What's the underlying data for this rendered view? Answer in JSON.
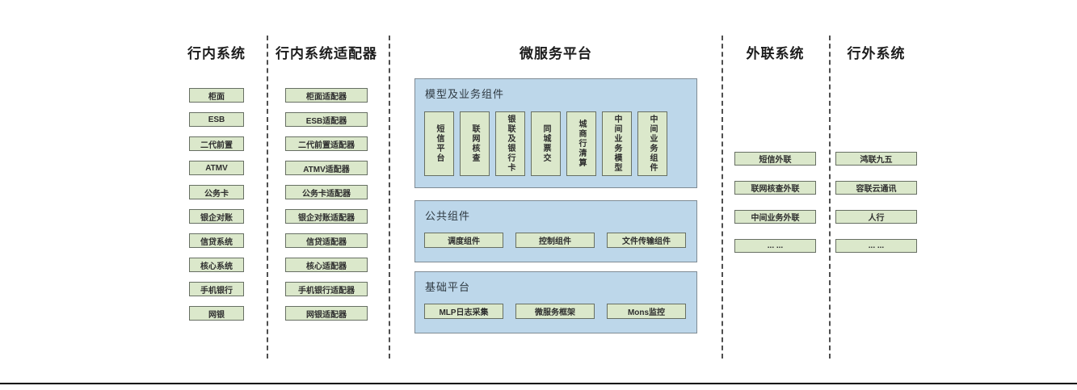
{
  "diagram": {
    "columns": {
      "internal": {
        "header": "行内系统",
        "items": [
          "柜面",
          "ESB",
          "二代前置",
          "ATMV",
          "公务卡",
          "银企对账",
          "信贷系统",
          "核心系统",
          "手机银行",
          "网银"
        ]
      },
      "adapters": {
        "header": "行内系统适配器",
        "items": [
          "柜面适配器",
          "ESB适配器",
          "二代前置适配器",
          "ATMV适配器",
          "公务卡适配器",
          "银企对账适配器",
          "信贷适配器",
          "核心适配器",
          "手机银行适配器",
          "网银适配器"
        ]
      },
      "platform": {
        "header": "微服务平台",
        "model_section": {
          "title": "模型及业务组件",
          "items": [
            "短信平台",
            "联网核查",
            "银联及银行卡",
            "同城票交",
            "城商行清算",
            "中间业务模型",
            "中间业务组件"
          ]
        },
        "common_section": {
          "title": "公共组件",
          "items": [
            "调度组件",
            "控制组件",
            "文件传输组件"
          ]
        },
        "base_section": {
          "title": "基础平台",
          "items": [
            "MLP日志采集",
            "微服务框架",
            "Mons监控"
          ]
        }
      },
      "outreach": {
        "header": "外联系统",
        "items": [
          "短信外联",
          "联网核查外联",
          "中间业务外联",
          "... ..."
        ]
      },
      "external": {
        "header": "行外系统",
        "items": [
          "鸿联九五",
          "容联云通讯",
          "人行",
          "... ..."
        ]
      }
    },
    "colors": {
      "box_fill": "#dbe8cb",
      "box_border": "#676f63",
      "panel_fill": "#bdd7ea",
      "panel_border": "#7f8b94",
      "divider": "#4f4f4f",
      "bottom_line": "#000000"
    }
  }
}
